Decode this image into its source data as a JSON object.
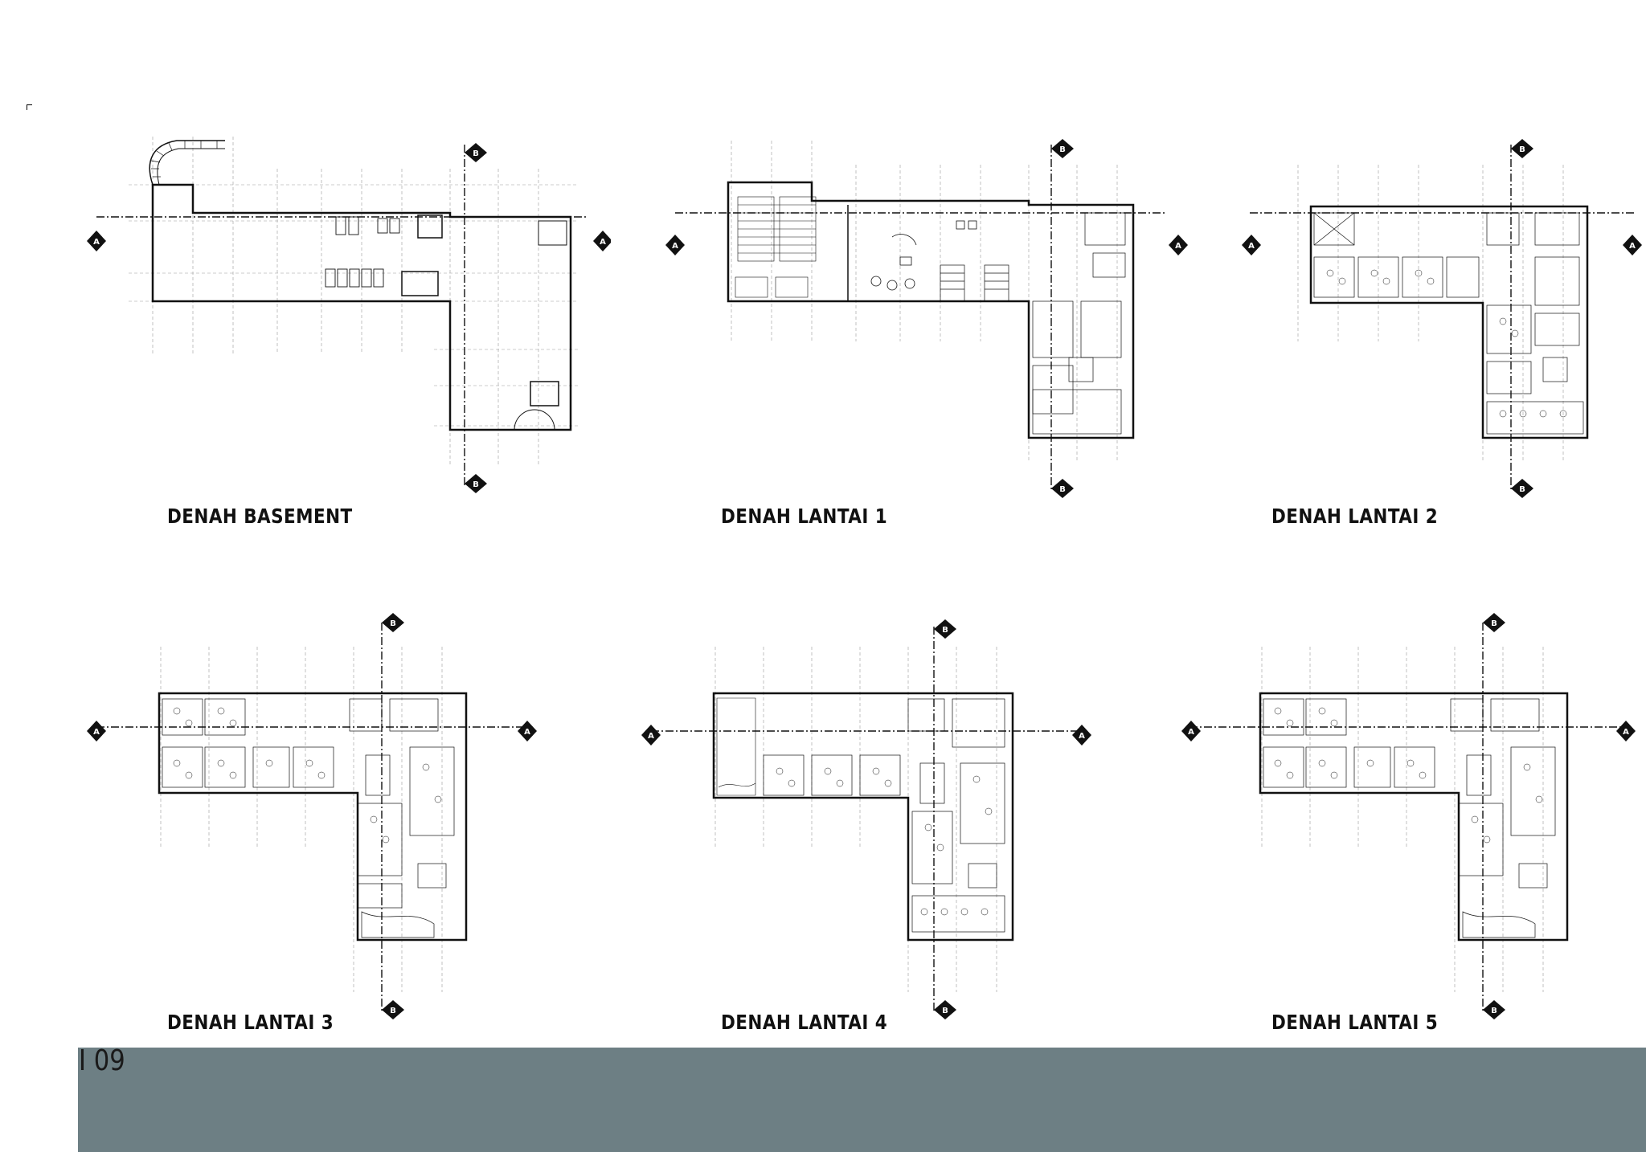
{
  "plans": [
    {
      "title": "DENAH BASEMENT",
      "section_a": "A",
      "section_b": "B"
    },
    {
      "title": "DENAH LANTAI 1",
      "section_a": "A",
      "section_b": "B"
    },
    {
      "title": "DENAH LANTAI 2",
      "section_a": "A",
      "section_b": "B"
    },
    {
      "title": "DENAH LANTAI 3",
      "section_a": "A",
      "section_b": "B"
    },
    {
      "title": "DENAH LANTAI 4",
      "section_a": "A",
      "section_b": "B"
    },
    {
      "title": "DENAH LANTAI 5",
      "section_a": "A",
      "section_b": "B"
    }
  ],
  "footer": {
    "page_number": "I 09",
    "band_color": "#6d7f84"
  }
}
